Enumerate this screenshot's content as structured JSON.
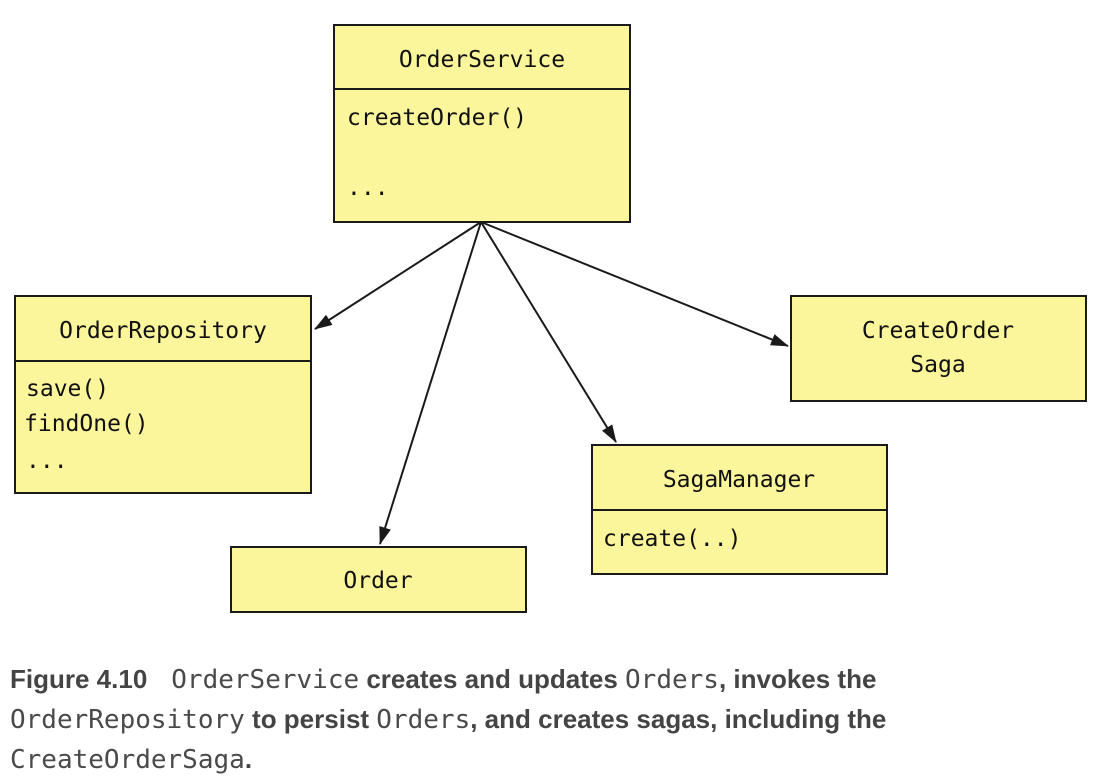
{
  "diagram": {
    "fill_color": "#fbf59b",
    "stroke_color": "#1a1a1a",
    "boxes": {
      "order_service": {
        "title": "OrderService",
        "methods": [
          "createOrder()",
          "..."
        ]
      },
      "order_repository": {
        "title": "OrderRepository",
        "methods": [
          "save()",
          "findOne()",
          "..."
        ]
      },
      "create_order_saga": {
        "title_lines": [
          "CreateOrder",
          "Saga"
        ]
      },
      "saga_manager": {
        "title": "SagaManager",
        "methods": [
          "create(..)"
        ]
      },
      "order": {
        "title": "Order"
      }
    }
  },
  "caption": {
    "label": "Figure 4.10",
    "code_order_service": "OrderService",
    "text_1": " creates and updates ",
    "code_orders_1": "Orders",
    "text_2": ", invokes the ",
    "code_order_repository": "OrderRepository",
    "text_3": " to persist ",
    "code_orders_2": "Orders",
    "text_4": ", and creates sagas, including the ",
    "code_create_order_saga": "CreateOrderSaga",
    "text_5": "."
  }
}
